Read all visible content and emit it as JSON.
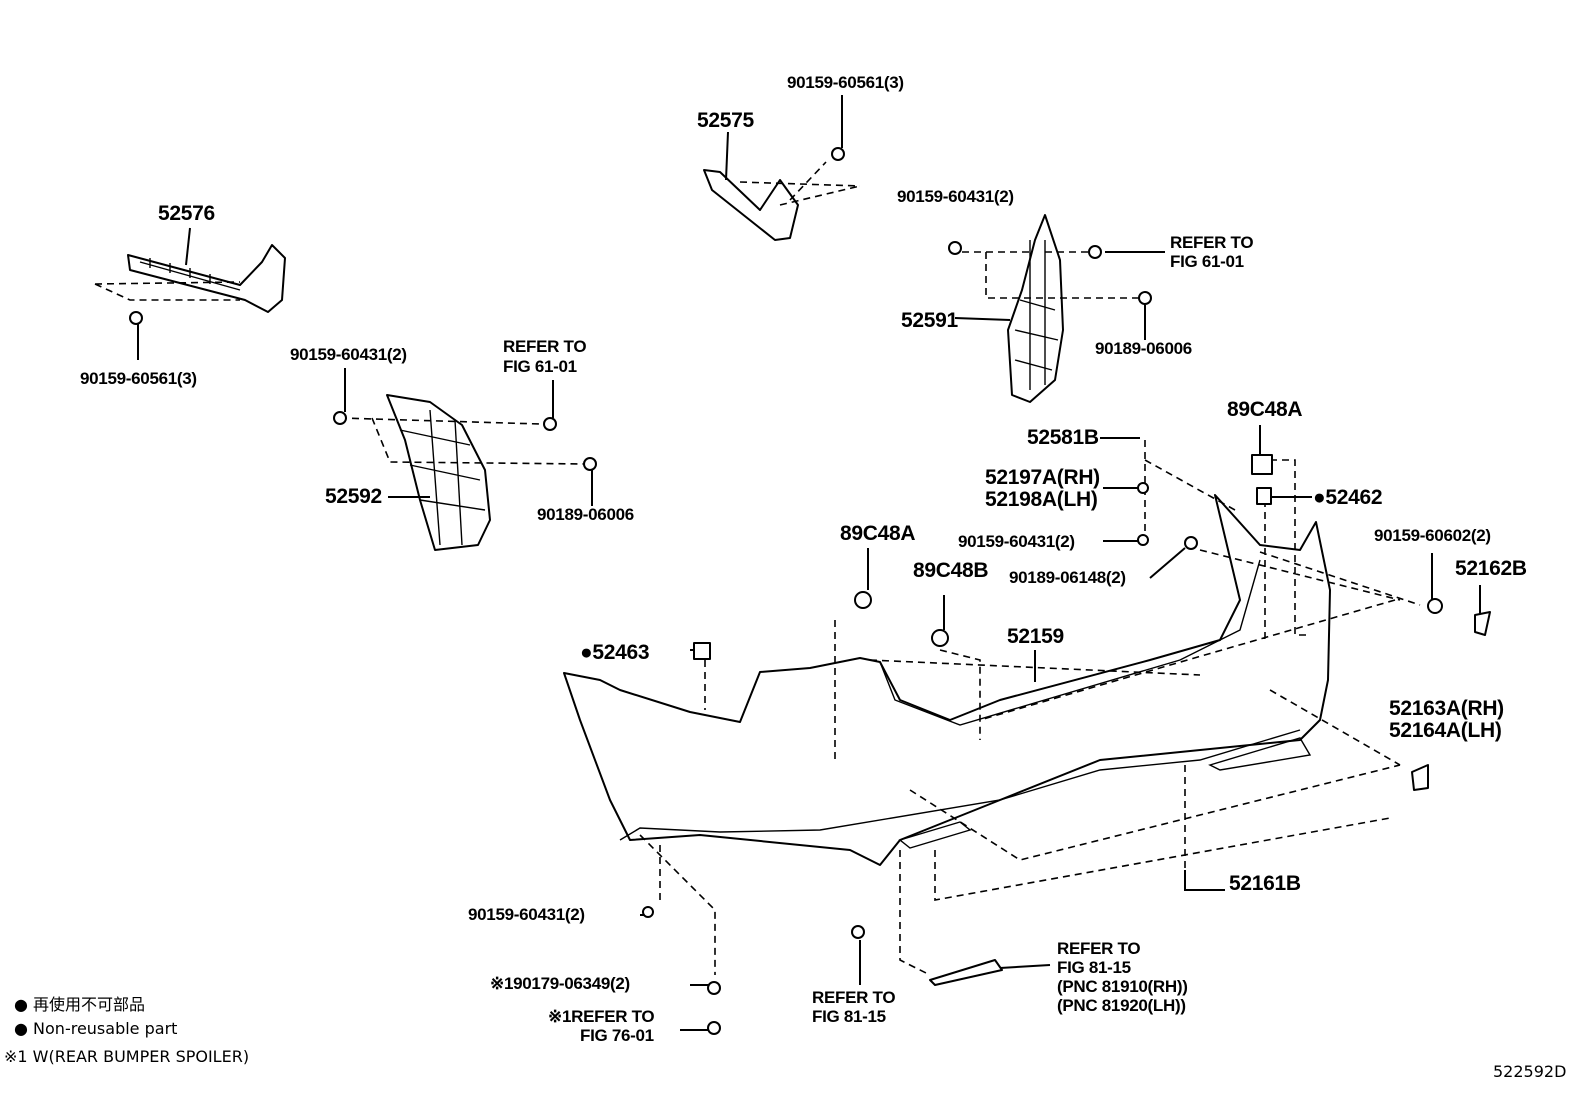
{
  "diagram_id": "522592D",
  "labels": {
    "top_bolt": "90159-60561(3)",
    "bracket_rh": "52575",
    "bracket_lh": "52576",
    "left_bolt": "90159-60561(3)",
    "rh_clip": "90159-60431(2)",
    "rh_refer_1": "REFER TO",
    "rh_refer_2": "FIG 61-01",
    "rh_liner": "52591",
    "rh_nut": "90189-06006",
    "lh_clip": "90159-60431(2)",
    "lh_refer_1": "REFER TO",
    "lh_refer_2": "FIG 61-01",
    "lh_liner": "52592",
    "lh_nut": "90189-06006",
    "retainer_a_right": "89C48A",
    "spacer": "52581B",
    "retainer_rh": "52197A(RH)",
    "retainer_lh": "52198A(LH)",
    "pad_right": "●52462",
    "retainer_a_left": "89C48A",
    "center_clip": "90159-60431(2)",
    "screw_right": "90159-60602(2)",
    "nut_center": "90189-06148(2)",
    "retainer_b": "89C48B",
    "cap_right": "52162B",
    "bumper_cover": "52159",
    "pad_left": "●52463",
    "cover_rh": "52163A(RH)",
    "cover_lh": "52164A(LH)",
    "clip_bottom": "52161B",
    "lower_clip": "90159-60431(2)",
    "reflector_refer_1": "REFER TO",
    "reflector_refer_2": "FIG 81-15",
    "reflector_pnc_rh": "(PNC 81910(RH))",
    "reflector_pnc_lh": "(PNC 81920(LH))",
    "spoiler_screw": "※190179-06349(2)",
    "lower_refer_1": "REFER TO",
    "lower_refer_2": "FIG 81-15",
    "spoiler_refer_1": "※1REFER TO",
    "spoiler_refer_2": "FIG 76-01"
  },
  "legend": {
    "jp": "● 再使用不可部品",
    "en": "● Non-reusable part",
    "note": "※1 W(REAR BUMPER SPOILER)"
  }
}
